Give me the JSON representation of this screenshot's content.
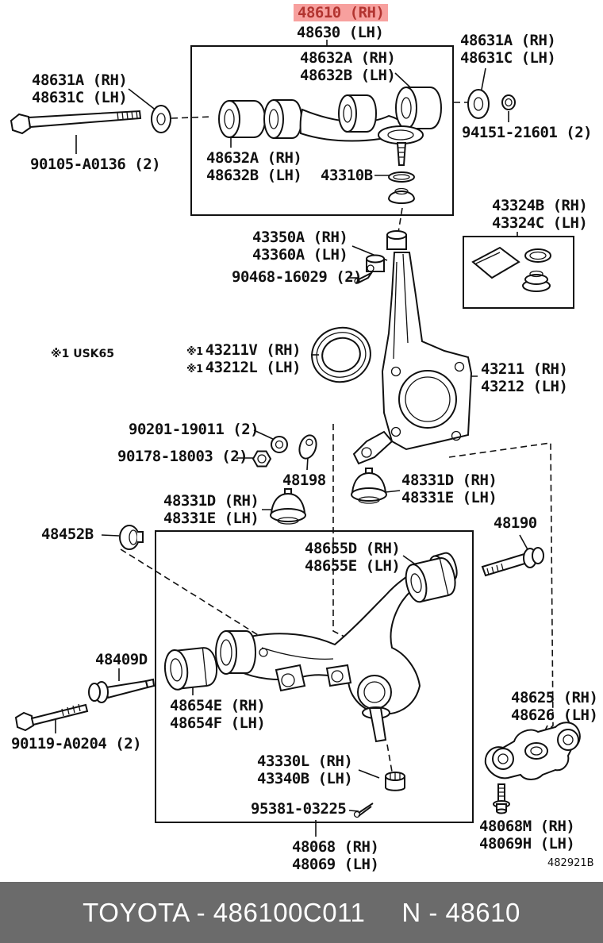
{
  "header": {
    "highlighted_part": "48610 (RH)",
    "pair_part": "48630 (LH)"
  },
  "colors": {
    "highlight_bg": "#f7a09e",
    "highlight_text": "#b23430",
    "footer_bg": "#6b6b6b",
    "line_color": "#111111"
  },
  "notes": {
    "usk": "※1 USK65",
    "diagram_code": "482921B"
  },
  "parts": {
    "p48632t": {
      "l1": "48632A (RH)",
      "l2": "48632B (LH)"
    },
    "p48632b": {
      "l1": "48632A (RH)",
      "l2": "48632B (LH)"
    },
    "p43310b": "43310B",
    "p48631L": {
      "l1": "48631A (RH)",
      "l2": "48631C (LH)"
    },
    "p90105": "90105-A0136 (2)",
    "p48631R": {
      "l1": "48631A (RH)",
      "l2": "48631C (LH)"
    },
    "p94151": "94151-21601 (2)",
    "p43350": {
      "l1": "43350A (RH)",
      "l2": "43360A (LH)"
    },
    "p90468": "90468-16029 (2)",
    "p43324": {
      "l1": "43324B (RH)",
      "l2": "43324C (LH)"
    },
    "p43211v": {
      "pre1": "※1",
      "l1": "43211V (RH)",
      "pre2": "※1",
      "l2": "43212L (LH)"
    },
    "p43211": {
      "l1": "43211 (RH)",
      "l2": "43212 (LH)"
    },
    "p90201": "90201-19011 (2)",
    "p90178": "90178-18003 (2)",
    "p48198": "48198",
    "p48331L": {
      "l1": "48331D (RH)",
      "l2": "48331E (LH)"
    },
    "p48331R": {
      "l1": "48331D (RH)",
      "l2": "48331E (LH)"
    },
    "p48452b": "48452B",
    "p48190": "48190",
    "p48655": {
      "l1": "48655D (RH)",
      "l2": "48655E (LH)"
    },
    "p48409d": "48409D",
    "p90119": "90119-A0204 (2)",
    "p48654": {
      "l1": "48654E (RH)",
      "l2": "48654F (LH)"
    },
    "p48625": {
      "l1": "48625 (RH)",
      "l2": "48626 (LH)"
    },
    "p43330": {
      "l1": "43330L (RH)",
      "l2": "43340B (LH)"
    },
    "p95381": "95381-03225",
    "p48068": {
      "l1": "48068 (RH)",
      "l2": "48069 (LH)"
    },
    "p48068m": {
      "l1": "48068M (RH)",
      "l2": "48069H (LH)"
    }
  },
  "footer": {
    "catalog_code": "TOYOTA - 486100C011",
    "part_ref": "N - 48610"
  }
}
